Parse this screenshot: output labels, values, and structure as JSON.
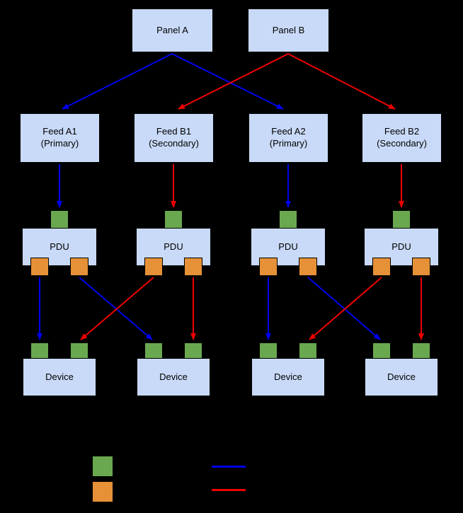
{
  "diagram": {
    "panels": [
      {
        "label": "Panel A"
      },
      {
        "label": "Panel B"
      }
    ],
    "feeds": [
      {
        "line1": "Feed A1",
        "line2": "(Primary)"
      },
      {
        "line1": "Feed B1",
        "line2": "(Secondary)"
      },
      {
        "line1": "Feed A2",
        "line2": "(Primary)"
      },
      {
        "line1": "Feed B2",
        "line2": "(Secondary)"
      }
    ],
    "pdus": [
      {
        "label": "PDU"
      },
      {
        "label": "PDU"
      },
      {
        "label": "PDU"
      },
      {
        "label": "PDU"
      }
    ],
    "devices": [
      {
        "label": "Device"
      },
      {
        "label": "Device"
      },
      {
        "label": "Device"
      },
      {
        "label": "Device"
      }
    ],
    "connections": [
      {
        "from": "Panel A",
        "to": "Feed A1",
        "color": "blue"
      },
      {
        "from": "Panel A",
        "to": "Feed A2",
        "color": "blue"
      },
      {
        "from": "Panel B",
        "to": "Feed B1",
        "color": "red"
      },
      {
        "from": "Panel B",
        "to": "Feed B2",
        "color": "red"
      },
      {
        "from": "Feed A1",
        "to": "PDU 1 input",
        "color": "blue"
      },
      {
        "from": "Feed B1",
        "to": "PDU 2 input",
        "color": "red"
      },
      {
        "from": "Feed A2",
        "to": "PDU 3 input",
        "color": "blue"
      },
      {
        "from": "Feed B2",
        "to": "PDU 4 input",
        "color": "red"
      },
      {
        "from": "PDU 1 output L",
        "to": "Device 1 input L",
        "color": "blue"
      },
      {
        "from": "PDU 1 output R",
        "to": "Device 2 input L",
        "color": "blue"
      },
      {
        "from": "PDU 2 output L",
        "to": "Device 1 input R",
        "color": "red"
      },
      {
        "from": "PDU 2 output R",
        "to": "Device 2 input R",
        "color": "red"
      },
      {
        "from": "PDU 3 output L",
        "to": "Device 3 input L",
        "color": "blue"
      },
      {
        "from": "PDU 3 output R",
        "to": "Device 4 input L",
        "color": "blue"
      },
      {
        "from": "PDU 4 output L",
        "to": "Device 3 input R",
        "color": "red"
      },
      {
        "from": "PDU 4 output R",
        "to": "Device 4 input R",
        "color": "red"
      }
    ]
  },
  "legend": {
    "items": [
      {
        "swatch": "green-square"
      },
      {
        "swatch": "orange-square"
      },
      {
        "swatch": "blue-line"
      },
      {
        "swatch": "red-line"
      }
    ]
  },
  "colors": {
    "background": "#000000",
    "box_fill": "#c9daf8",
    "box_border": "#000000",
    "input_port": "#6aa84f",
    "output_port": "#e69138",
    "primary_path": "#0000ee",
    "secondary_path": "#ee0000"
  }
}
